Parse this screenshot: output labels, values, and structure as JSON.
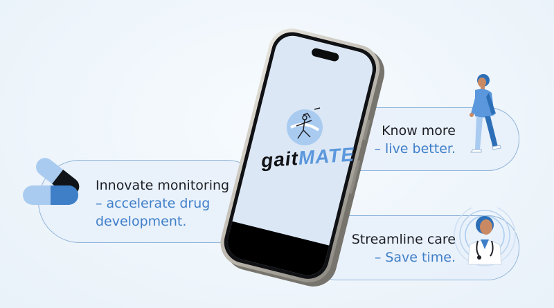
{
  "features": {
    "left": {
      "line1": "Innovate monitoring",
      "line2": "– accelerate drug",
      "line3": "development."
    },
    "right_top": {
      "line1": "Know more",
      "line2": "– live better."
    },
    "right_bottom": {
      "line1": "Streamline care",
      "line2": "– Save time."
    }
  },
  "logo": {
    "part1": "gait",
    "part2": "MATE"
  },
  "colors": {
    "accent_blue": "#3f7fc8",
    "dark_text": "#1d1f24",
    "pill_border": "#8fb4d9",
    "screen": "#dbe7f5"
  }
}
